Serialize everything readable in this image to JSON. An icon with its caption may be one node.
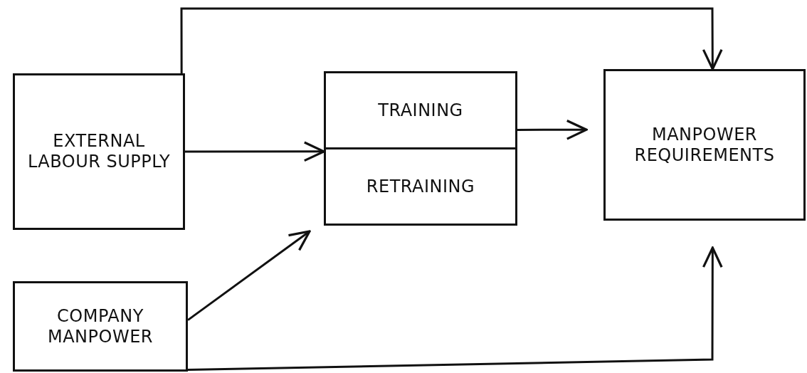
{
  "diagram": {
    "nodes": [
      {
        "text": [
          "EXTERNAL LABOUR SUPPLY"
        ]
      },
      {
        "text": [
          "TRAINING",
          "RETRAINING"
        ]
      },
      {
        "text": [
          "MANPOWER REQUIREMENTS"
        ]
      },
      {
        "text": [
          "COMPANY MANPOWER"
        ]
      }
    ],
    "edges": [
      {
        "from": 0,
        "to": 2,
        "arrow": "to"
      },
      {
        "from": 0,
        "to": 1,
        "arrow": "to"
      },
      {
        "from": 3,
        "to": 1,
        "arrow": "to"
      },
      {
        "from": 1,
        "to": 2,
        "arrow": "to"
      },
      {
        "from": 3,
        "to": 2,
        "arrow": "to"
      }
    ]
  }
}
